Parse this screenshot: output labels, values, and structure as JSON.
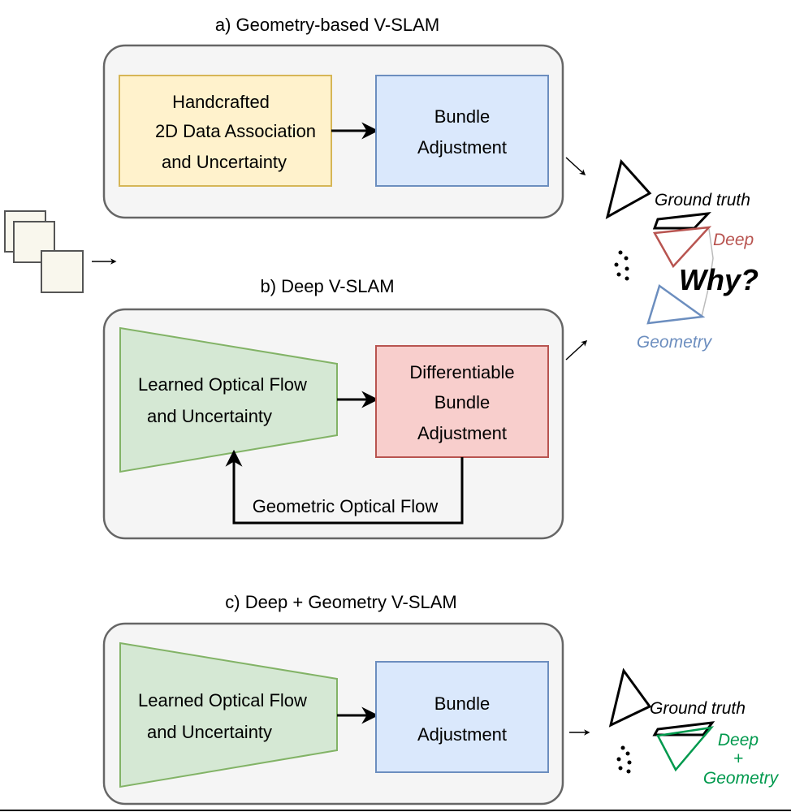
{
  "sections": [
    {
      "title": "a) Geometry-based V-SLAM",
      "left_box": {
        "lines": [
          "Handcrafted",
          "2D Data Association",
          "and Uncertainty"
        ],
        "fill": "#fff2cc",
        "stroke": "#d6b656"
      },
      "right_box": {
        "lines": [
          "Bundle",
          "Adjustment"
        ],
        "fill": "#dae8fc",
        "stroke": "#6c8ebf"
      }
    },
    {
      "title": "b) Deep V-SLAM",
      "left_box": {
        "lines": [
          "Learned Optical Flow",
          "and Uncertainty"
        ],
        "fill": "#d5e8d4",
        "stroke": "#82b366"
      },
      "right_box": {
        "lines": [
          "Differentiable",
          "Bundle",
          "Adjustment"
        ],
        "fill": "#f8cecc",
        "stroke": "#b85450"
      },
      "feedback_label": "Geometric Optical Flow"
    },
    {
      "title": "c) Deep + Geometry V-SLAM",
      "left_box": {
        "lines": [
          "Learned Optical Flow",
          "and Uncertainty"
        ],
        "fill": "#d5e8d4",
        "stroke": "#82b366"
      },
      "right_box": {
        "lines": [
          "Bundle",
          "Adjustment"
        ],
        "fill": "#dae8fc",
        "stroke": "#6c8ebf"
      }
    }
  ],
  "outcome_top": {
    "ground_truth": "Ground truth",
    "deep": "Deep",
    "why": "Why?",
    "geometry": "Geometry"
  },
  "outcome_bottom": {
    "ground_truth": "Ground truth",
    "deep_geometry_lines": [
      "Deep",
      "+",
      "Geometry"
    ]
  },
  "colors": {
    "panel_fill": "#f5f5f5",
    "panel_stroke": "#666666",
    "frame_fill": "#f9f7ed",
    "red_text": "#b85450",
    "blue_text": "#6c8ebf",
    "green_text": "#00994d"
  }
}
